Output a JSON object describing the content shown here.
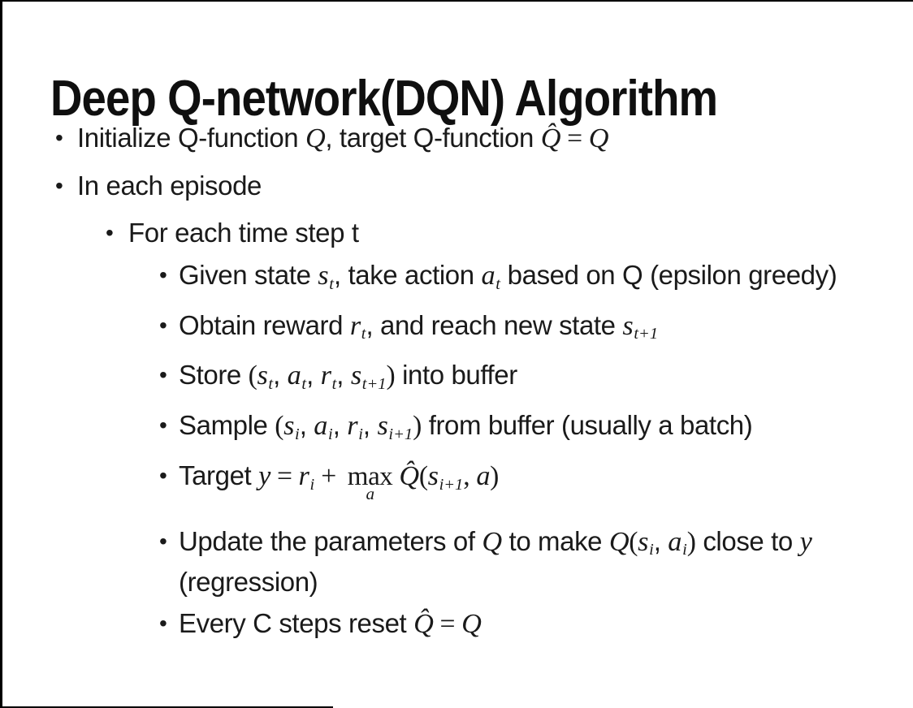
{
  "colors": {
    "background": "#ffffff",
    "text": "#1a1a1a",
    "title_text": "#0f0f0f",
    "border": "#000000"
  },
  "slide": {
    "title": "Deep Q-network(DQN) Algorithm",
    "bullet_glyph": "•",
    "bullets": [
      {
        "level": 1,
        "segments": [
          {
            "t": "Initialize Q-function "
          },
          {
            "v": "Q"
          },
          {
            "t": ", target Q-function "
          },
          {
            "v": "Q̂"
          },
          {
            "m": " = "
          },
          {
            "v": "Q"
          }
        ]
      },
      {
        "level": 1,
        "segments": [
          {
            "t": "In each episode"
          }
        ]
      },
      {
        "level": 2,
        "segments": [
          {
            "t": "For each time step t"
          }
        ]
      },
      {
        "level": 3,
        "segments": [
          {
            "t": "Given state "
          },
          {
            "v": "s"
          },
          {
            "s": "t"
          },
          {
            "t": ", take action "
          },
          {
            "v": "a"
          },
          {
            "s": "t"
          },
          {
            "t": " based on Q (epsilon greedy)"
          }
        ]
      },
      {
        "level": 3,
        "segments": [
          {
            "t": "Obtain reward "
          },
          {
            "v": "r"
          },
          {
            "s": "t"
          },
          {
            "t": ", and reach new state "
          },
          {
            "v": "s"
          },
          {
            "s": "t+1"
          }
        ]
      },
      {
        "level": 3,
        "segments": [
          {
            "t": "Store "
          },
          {
            "m": "("
          },
          {
            "v": "s"
          },
          {
            "s": "t"
          },
          {
            "t": ", "
          },
          {
            "v": "a"
          },
          {
            "s": "t"
          },
          {
            "t": ", "
          },
          {
            "v": "r"
          },
          {
            "s": "t"
          },
          {
            "t": ", "
          },
          {
            "v": "s"
          },
          {
            "s": "t+1"
          },
          {
            "m": ")"
          },
          {
            "t": " into buffer"
          }
        ]
      },
      {
        "level": 3,
        "segments": [
          {
            "t": "Sample "
          },
          {
            "m": "("
          },
          {
            "v": "s"
          },
          {
            "s": "i"
          },
          {
            "t": ", "
          },
          {
            "v": "a"
          },
          {
            "s": "i"
          },
          {
            "t": ", "
          },
          {
            "v": "r"
          },
          {
            "s": "i"
          },
          {
            "t": ", "
          },
          {
            "v": "s"
          },
          {
            "s": "i+1"
          },
          {
            "m": ")"
          },
          {
            "t": " from buffer (usually a batch)"
          }
        ]
      },
      {
        "level": 3,
        "segments": [
          {
            "t": "Target "
          },
          {
            "v": "y"
          },
          {
            "m": " = "
          },
          {
            "v": "r"
          },
          {
            "s": "i"
          },
          {
            "m": " + "
          },
          {
            "stack": {
              "top": "max",
              "bottom": "a"
            }
          },
          {
            "v": "Q̂"
          },
          {
            "m": "("
          },
          {
            "v": "s"
          },
          {
            "s": "i+1"
          },
          {
            "m": ", "
          },
          {
            "v": "a"
          },
          {
            "m": ")"
          }
        ]
      },
      {
        "level": 3,
        "segments": [
          {
            "t": "Update the parameters of "
          },
          {
            "v": "Q"
          },
          {
            "t": " to make "
          },
          {
            "v": "Q"
          },
          {
            "m": "("
          },
          {
            "v": "s"
          },
          {
            "s": "i"
          },
          {
            "t": ", "
          },
          {
            "v": "a"
          },
          {
            "s": "i"
          },
          {
            "m": ")"
          },
          {
            "t": " close to "
          },
          {
            "v": "y"
          },
          {
            "t": " (regression)"
          }
        ]
      },
      {
        "level": 3,
        "segments": [
          {
            "t": "Every C steps reset "
          },
          {
            "v": "Q̂"
          },
          {
            "m": " = "
          },
          {
            "v": "Q"
          }
        ]
      }
    ]
  }
}
